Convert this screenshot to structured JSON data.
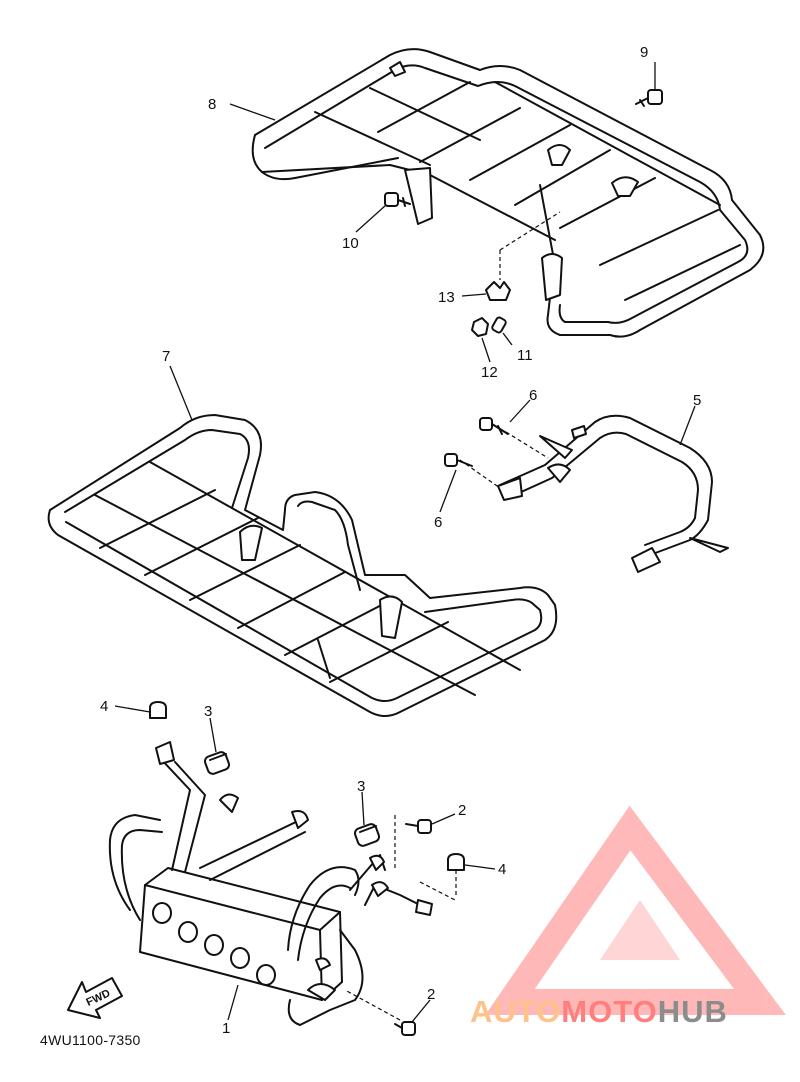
{
  "diagram": {
    "code": "4WU1100-7350",
    "fwd_label": "FWD",
    "callouts": [
      "1",
      "2",
      "2",
      "3",
      "3",
      "4",
      "4",
      "5",
      "6",
      "6",
      "7",
      "8",
      "9",
      "10",
      "11",
      "12",
      "13"
    ]
  },
  "watermark": {
    "part1": "AUTO",
    "part2": "MOTO",
    "part3": "HUB",
    "colors": {
      "auto": "#ffc28a",
      "moto": "#ff7f7f",
      "hub": "#8c8c8c",
      "logo": "#ff8c8c"
    }
  }
}
